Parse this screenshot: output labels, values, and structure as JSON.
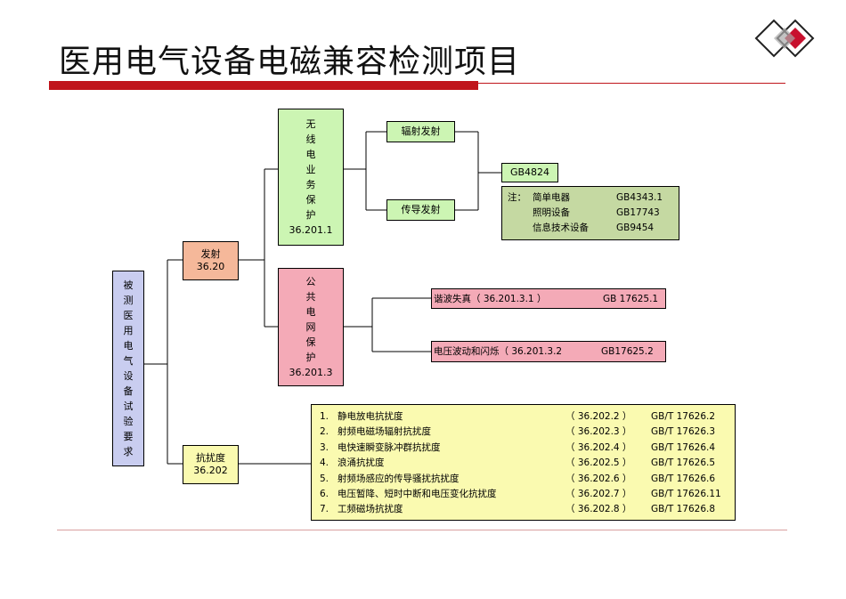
{
  "title": "医用电气设备电磁兼容检测项目",
  "root": {
    "chars": [
      "被",
      "测",
      "医",
      "用",
      "电",
      "气",
      "设",
      "备",
      "试",
      "验",
      "要",
      "求"
    ]
  },
  "emission": {
    "label": "发射",
    "code": "36.20"
  },
  "immunity": {
    "label": "抗扰度",
    "code": "36.202"
  },
  "radio": {
    "chars": [
      "无",
      "线",
      "电",
      "业",
      "务",
      "保",
      "护"
    ],
    "code": "36.201.1"
  },
  "grid": {
    "chars": [
      "公",
      "共",
      "电",
      "网",
      "保",
      "护"
    ],
    "code": "36.201.3"
  },
  "radiated": {
    "label": "辐射发射"
  },
  "conducted": {
    "label": "传导发射"
  },
  "gb4824": {
    "label": "GB4824"
  },
  "note": {
    "prefix": "注：",
    "rows": [
      {
        "name": "简单电器",
        "std": "GB4343.1"
      },
      {
        "name": "照明设备",
        "std": "GB17743"
      },
      {
        "name": "信息技术设备",
        "std": "GB9454"
      }
    ]
  },
  "harmonic": {
    "label": "谐波失真（ 36.201.3.1 ）",
    "std": "GB 17625.1"
  },
  "flicker": {
    "label": "电压波动和闪烁（ 36.201.3.2",
    "std": "GB17625.2"
  },
  "immunity_list": [
    {
      "no": "1.",
      "name": "静电放电抗扰度",
      "clause": "（ 36.202.2 ）",
      "std": "GB/T 17626.2"
    },
    {
      "no": "2.",
      "name": "射频电磁场辐射抗扰度",
      "clause": "（ 36.202.3 ）",
      "std": "GB/T 17626.3"
    },
    {
      "no": "3.",
      "name": "电快速瞬变脉冲群抗扰度",
      "clause": "（ 36.202.4 ）",
      "std": "GB/T 17626.4"
    },
    {
      "no": "4.",
      "name": "浪涌抗扰度",
      "clause": "（ 36.202.5 ）",
      "std": "GB/T 17626.5"
    },
    {
      "no": "5.",
      "name": "射频场感应的传导骚扰抗扰度",
      "clause": "（ 36.202.6 ）",
      "std": "GB/T 17626.6"
    },
    {
      "no": "6.",
      "name": "电压暂降、短时中断和电压变化抗扰度",
      "clause": "（ 36.202.7 ）",
      "std": "GB/T 17626.11"
    },
    {
      "no": "7.",
      "name": "工频磁场抗扰度",
      "clause": "（ 36.202.8 ）",
      "std": "GB/T 17626.8"
    }
  ]
}
